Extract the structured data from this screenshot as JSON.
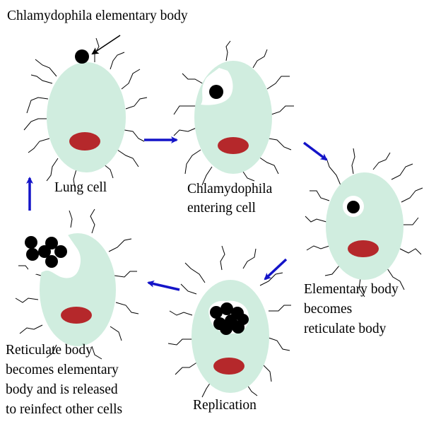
{
  "colors": {
    "cell_fill": "#d0eddf",
    "nucleus": "#b5282b",
    "elementary_body": "#000000",
    "cycle_arrow": "#1414c8",
    "pointer_arrow": "#000000",
    "hair": "#000000",
    "vacuole": "#ffffff"
  },
  "labels": {
    "title": "Chlamydophila elementary body",
    "lung_cell": "Lung cell",
    "entering": [
      "Chlamydophila",
      "entering cell"
    ],
    "reticulate": [
      "Elementary body",
      "becomes",
      "reticulate body"
    ],
    "replication": "Replication",
    "release": [
      "Reticulate body",
      "becomes elementary",
      "body and is released",
      "to reinfect other cells"
    ]
  },
  "stages": [
    {
      "name": "lung-cell",
      "elementary_bodies": 1,
      "body_inside": false
    },
    {
      "name": "entering-cell",
      "elementary_bodies": 1,
      "body_inside": true
    },
    {
      "name": "reticulate-body",
      "elementary_bodies": 1,
      "body_inside": true
    },
    {
      "name": "replication",
      "elementary_bodies": 8,
      "body_inside": true
    },
    {
      "name": "release",
      "elementary_bodies": 6,
      "body_inside": false
    }
  ]
}
